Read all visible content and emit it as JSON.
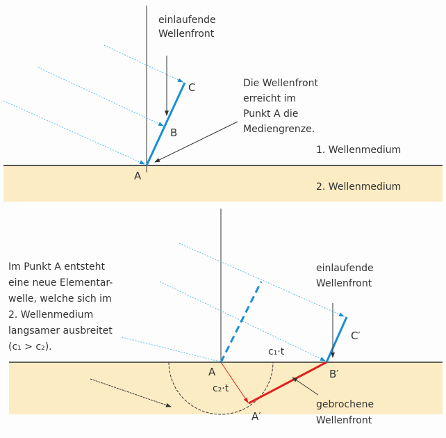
{
  "top": {
    "incoming_label": [
      "einlaufende",
      "Wellenfront"
    ],
    "note": [
      "Die Wellenfront",
      "erreicht im",
      "Punkt A die",
      "Mediengrenze."
    ],
    "medium1": "1. Wellenmedium",
    "medium2": "2. Wellenmedium",
    "point_a": "A",
    "point_b": "B",
    "point_c": "C"
  },
  "bottom": {
    "explanation": [
      "Im Punkt A entsteht",
      "eine  neue Elementar-",
      "welle, welche sich im",
      "2. Wellenmedium",
      "langsamer ausbreitet",
      "(c₁ > c₂)."
    ],
    "incoming_label": [
      "einlaufende",
      "Wellenfront"
    ],
    "refracted_label": [
      "gebrochene",
      "Wellenfront"
    ],
    "c1t": "c₁·t",
    "c2t": "c₂·t",
    "point_a": "A",
    "point_a_prime": "A′",
    "point_b_prime": "B′",
    "point_c_prime": "C′"
  },
  "colors": {
    "medium2": "#fcecc4",
    "wavefront": "#1a8fd6",
    "ray": "#5bbfe8",
    "refracted": "#e02020",
    "line": "#333333"
  }
}
